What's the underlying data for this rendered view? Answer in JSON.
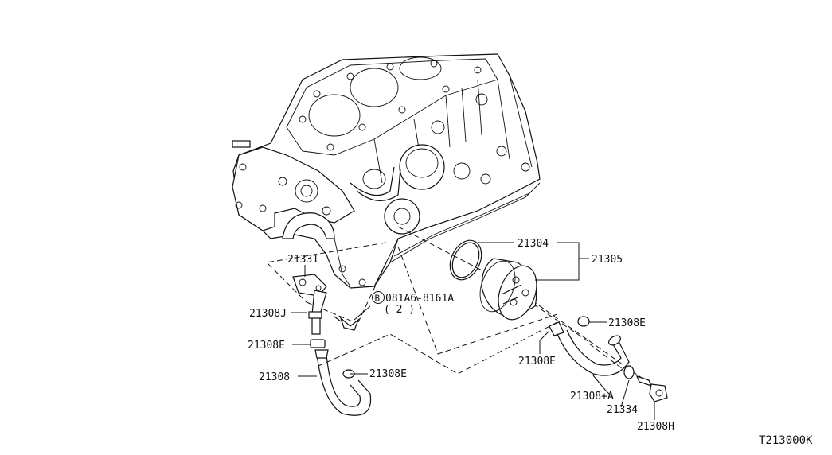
{
  "diagram": {
    "labels": {
      "p21304": "21304",
      "p21305": "21305",
      "p21331": "21331",
      "bolt_code": "081A6-8161A",
      "bolt_qty": "( 2 )",
      "bolt_marker": "B",
      "p21308J": "21308J",
      "p21308E_a": "21308E",
      "p21308": "21308",
      "p21308E_b": "21308E",
      "p21308E_c": "21308E",
      "p21308E_d": "21308E",
      "p21308A": "21308+A",
      "p21334": "21334",
      "p21308H": "21308H"
    },
    "figure_code": "T213000K"
  }
}
